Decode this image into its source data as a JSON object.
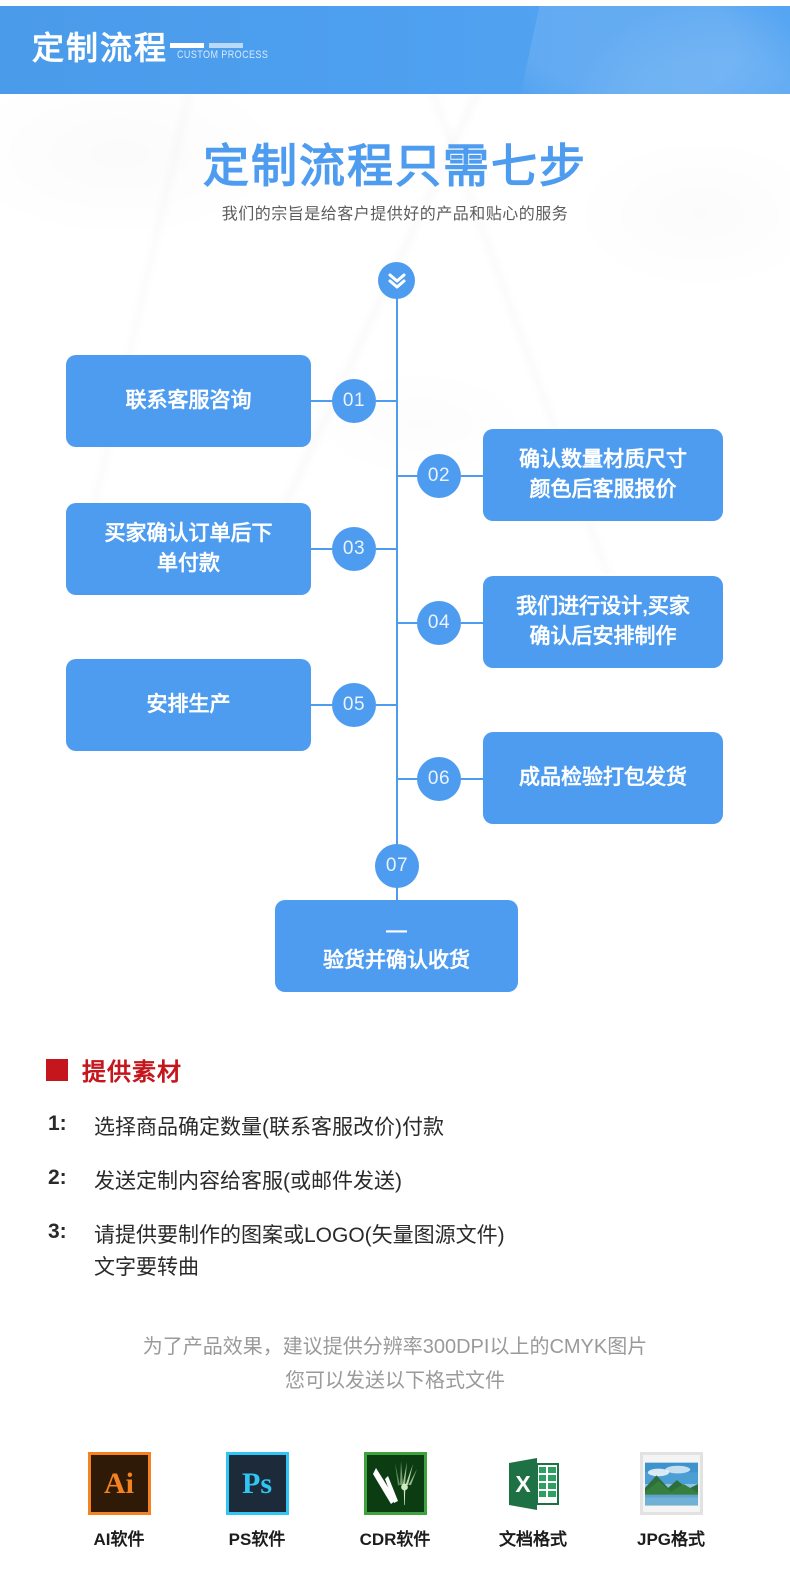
{
  "banner": {
    "title": "定制流程",
    "subtitle": "CUSTOM PROCESS"
  },
  "hero": {
    "headline": "定制流程只需七步",
    "subhead": "我们的宗旨是给客户提供好的产品和贴心的服务"
  },
  "flow": {
    "top_icon": "chevron-double-down-icon",
    "steps": [
      {
        "number": "01",
        "side": "left",
        "lines": [
          "联系客服咨询"
        ]
      },
      {
        "number": "02",
        "side": "right",
        "lines": [
          "确认数量材质尺寸",
          "颜色后客服报价"
        ]
      },
      {
        "number": "03",
        "side": "left",
        "lines": [
          "买家确认订单后下",
          "单付款"
        ]
      },
      {
        "number": "04",
        "side": "right",
        "lines": [
          "我们进行设计,买家",
          "确认后安排制作"
        ]
      },
      {
        "number": "05",
        "side": "left",
        "lines": [
          "安排生产"
        ]
      },
      {
        "number": "06",
        "side": "right",
        "lines": [
          "成品检验打包发货"
        ]
      },
      {
        "number": "07",
        "side": "center",
        "lines": [
          "—",
          "验货并确认收货"
        ]
      }
    ]
  },
  "materials": {
    "section_title": "提供素材",
    "items": [
      {
        "index": "1:",
        "lines": [
          "选择商品确定数量(联系客服改价)付款"
        ]
      },
      {
        "index": "2:",
        "lines": [
          "发送定制内容给客服(或邮件发送)"
        ]
      },
      {
        "index": "3:",
        "lines": [
          "请提供要制作的图案或LOGO(矢量图源文件)",
          "文字要转曲"
        ]
      }
    ],
    "note_line1": "为了产品效果，建议提供分辨率300DPI以上的CMYK图片",
    "note_line2": "您可以发送以下格式文件"
  },
  "formats": [
    {
      "icon": "illustrator-icon",
      "glyph": "Ai",
      "label": "AI软件"
    },
    {
      "icon": "photoshop-icon",
      "glyph": "Ps",
      "label": "PS软件"
    },
    {
      "icon": "coreldraw-icon",
      "glyph": "",
      "label": "CDR软件"
    },
    {
      "icon": "excel-icon",
      "glyph": "X",
      "label": "文档格式"
    },
    {
      "icon": "jpg-image-icon",
      "glyph": "",
      "label": "JPG格式"
    }
  ],
  "colors": {
    "brand_blue": "#4e9cf0",
    "banner_blue": "#4d9fef",
    "accent_red": "#c4161c",
    "note_gray": "#9a9a9a"
  }
}
